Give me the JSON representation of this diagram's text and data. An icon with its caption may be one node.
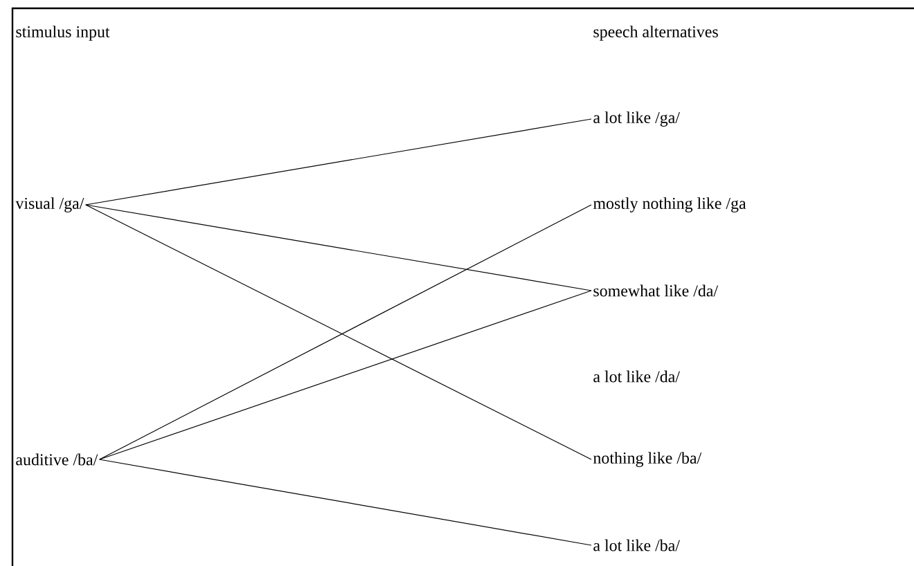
{
  "diagram": {
    "nodes": [
      {
        "text": [
          "visual /ga/"
        ]
      },
      {
        "text": [
          "auditive /ba/"
        ]
      },
      {
        "text": [
          "a lot like /ga/"
        ]
      },
      {
        "text": [
          "mostly nothing like /ga"
        ]
      },
      {
        "text": [
          "somewhat like /da/"
        ]
      },
      {
        "text": [
          "a lot like /da/"
        ]
      },
      {
        "text": [
          "nothing like /ba/"
        ]
      },
      {
        "text": [
          "a lot like /ba/"
        ]
      }
    ],
    "edges": [
      {
        "from": 0,
        "to": 2,
        "arrow": "none"
      },
      {
        "from": 0,
        "to": 4,
        "arrow": "none"
      },
      {
        "from": 0,
        "to": 6,
        "arrow": "none"
      },
      {
        "from": 1,
        "to": 3,
        "arrow": "none"
      },
      {
        "from": 1,
        "to": 4,
        "arrow": "none"
      },
      {
        "from": 1,
        "to": 7,
        "arrow": "none"
      }
    ],
    "labels": [
      "stimulus input",
      "speech alternatives"
    ]
  }
}
